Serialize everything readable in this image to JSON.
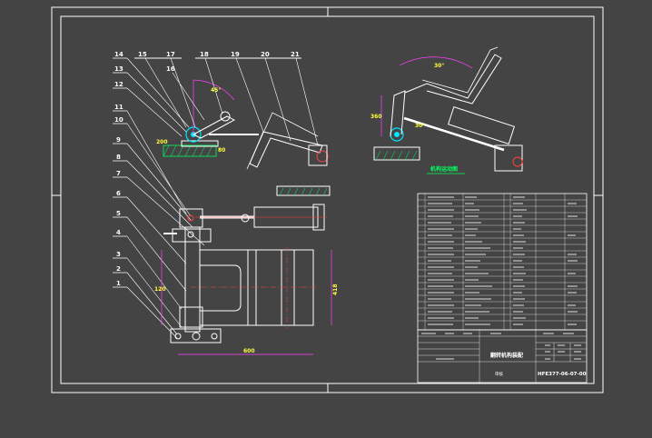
{
  "drawing": {
    "part_numbers_left": [
      "14",
      "13",
      "12",
      "11",
      "10",
      "9",
      "8",
      "7",
      "6",
      "5",
      "4",
      "3",
      "2",
      "1"
    ],
    "part_numbers_top": [
      "15",
      "17",
      "16",
      "18",
      "19",
      "20",
      "21"
    ],
    "section_view_title": "机构运动图",
    "dimensions": {
      "top_angle": "45°",
      "top_height": "200",
      "top_width": "80",
      "right_angle": "30°",
      "right_height": "360",
      "right_small_angle": "30°",
      "plan_height": "418",
      "plan_width": "600",
      "plan_left": "120"
    }
  },
  "title_block": {
    "name": "翻转机构装配",
    "code": "HFE377-06-07-00",
    "footer_label": "审核"
  },
  "colors": {
    "background": "#444444",
    "line": "#ffffff",
    "cyan": "#00e5ff",
    "magenta": "#ff40ff",
    "green": "#00ff60",
    "red": "#ff4040",
    "yellow": "#ffff40"
  }
}
